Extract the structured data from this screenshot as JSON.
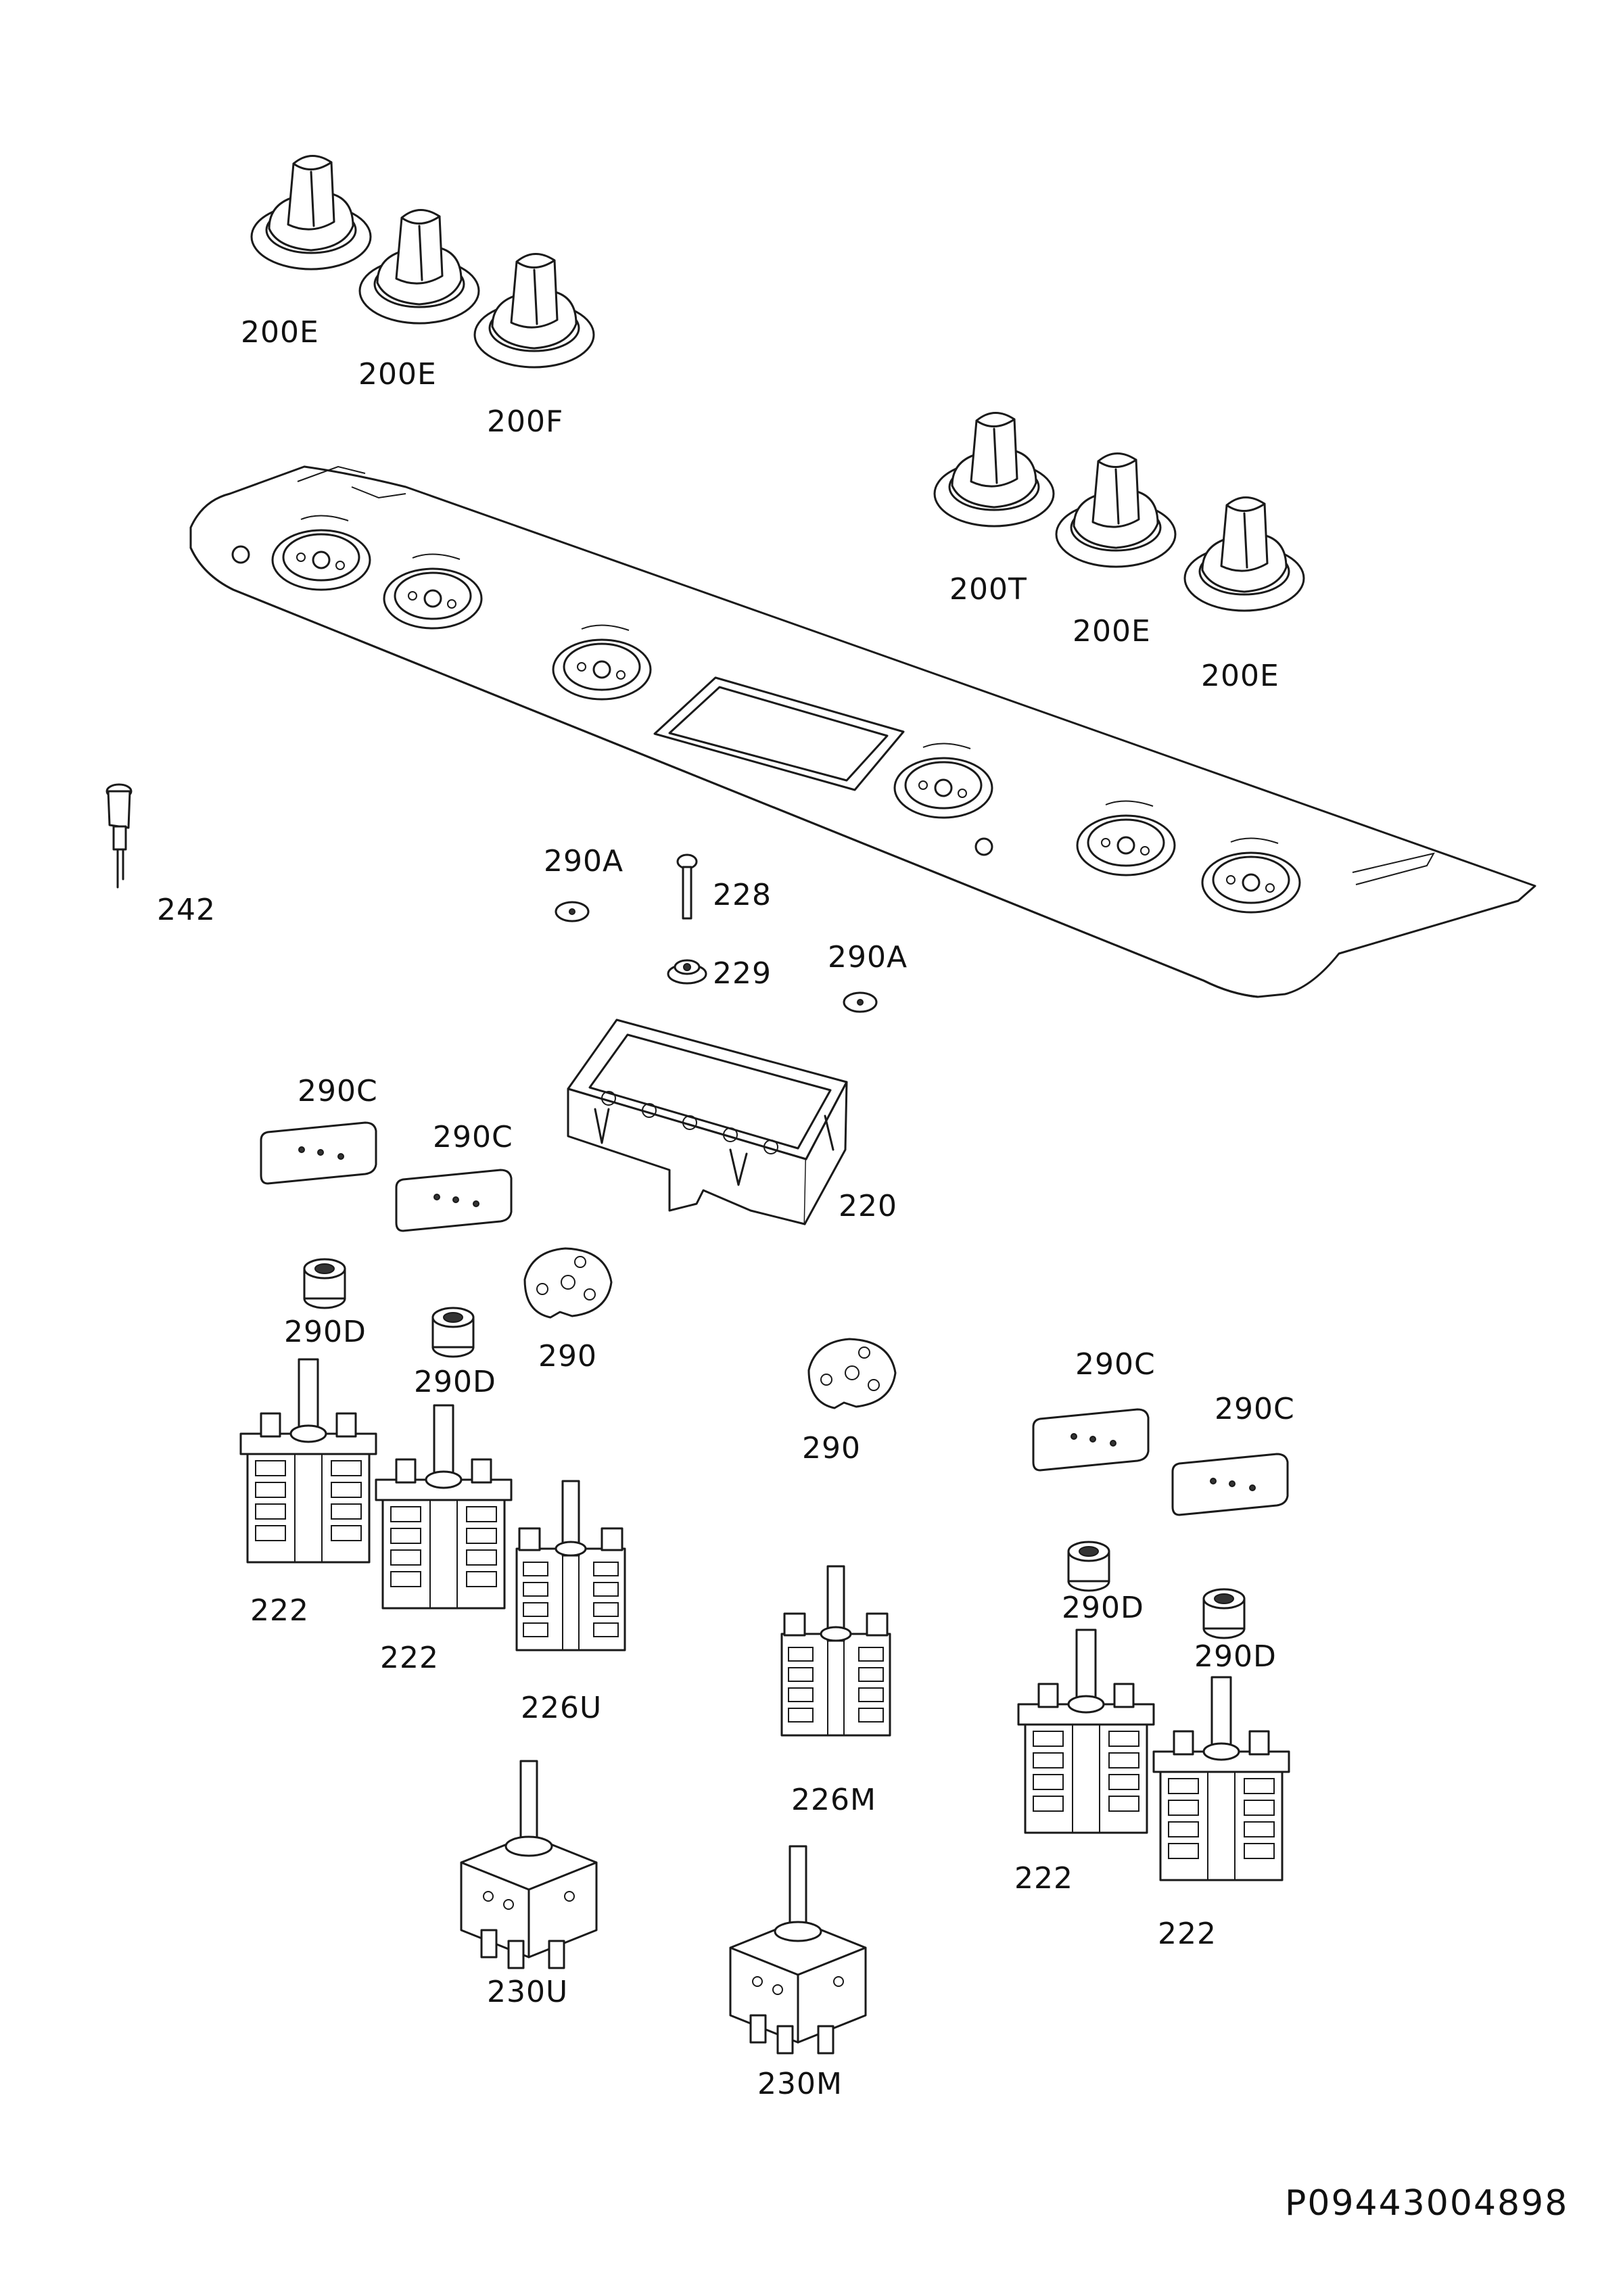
{
  "labels": {
    "k1": "200E",
    "k2": "200E",
    "k3": "200F",
    "k4": "200T",
    "k5": "200E",
    "k6": "200E",
    "p242": "242",
    "p290a_1": "290A",
    "p228": "228",
    "p229": "229",
    "p290a_2": "290A",
    "p290c_1": "290C",
    "p290c_2": "290C",
    "p220": "220",
    "p290d_1": "290D",
    "p290d_2": "290D",
    "p290_1": "290",
    "p290_2": "290",
    "p290c_3": "290C",
    "p290c_4": "290C",
    "p290d_3": "290D",
    "p290d_4": "290D",
    "p222_1": "222",
    "p222_2": "222",
    "p226u": "226U",
    "p226m": "226M",
    "p222_3": "222",
    "p222_4": "222",
    "p230u": "230U",
    "p230m": "230M"
  },
  "document_number": "P09443004898"
}
